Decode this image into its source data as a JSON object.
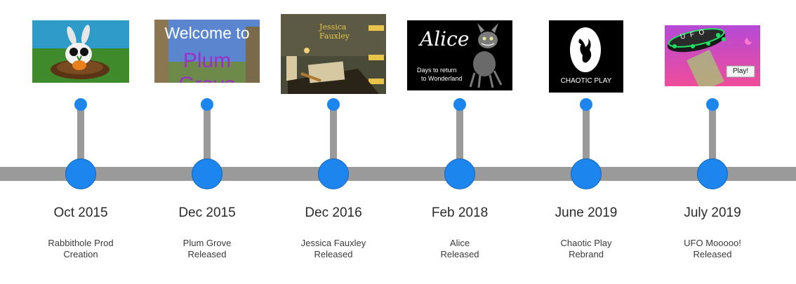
{
  "events": [
    {
      "date": "Oct 2015",
      "desc": [
        "Rabbithole Prod",
        "Creation"
      ],
      "image": "rabbit-on-plate-icon"
    },
    {
      "date": "Dec 2015",
      "desc": [
        "Plum Grove",
        "Released"
      ],
      "image": "plum-grove-screenshot",
      "image_text": [
        "Welcome to",
        "Plum Grove"
      ]
    },
    {
      "date": "Dec 2016",
      "desc": [
        "Jessica Fauxley",
        "Released"
      ],
      "image": "jessica-fauxley-screenshot",
      "image_text": [
        "Jessica Fauxley"
      ]
    },
    {
      "date": "Feb 2018",
      "desc": [
        "Alice",
        "Released"
      ],
      "image": "alice-cat-screenshot",
      "image_text": [
        "Alice",
        "Days to return",
        "to Wonderland"
      ]
    },
    {
      "date": "June 2019",
      "desc": [
        "Chaotic Play",
        "Rebrand"
      ],
      "image": "chaotic-play-logo",
      "image_text": [
        "CHAOTIC PLAY"
      ]
    },
    {
      "date": "July 2019",
      "desc": [
        "UFO Mooooo!",
        "Released"
      ],
      "image": "ufo-game-screenshot",
      "image_text": [
        "U F O",
        "Play!"
      ]
    }
  ],
  "colors": {
    "node": "#1c86ee",
    "track": "#9a9a9a",
    "text": "#2a2a2a"
  }
}
